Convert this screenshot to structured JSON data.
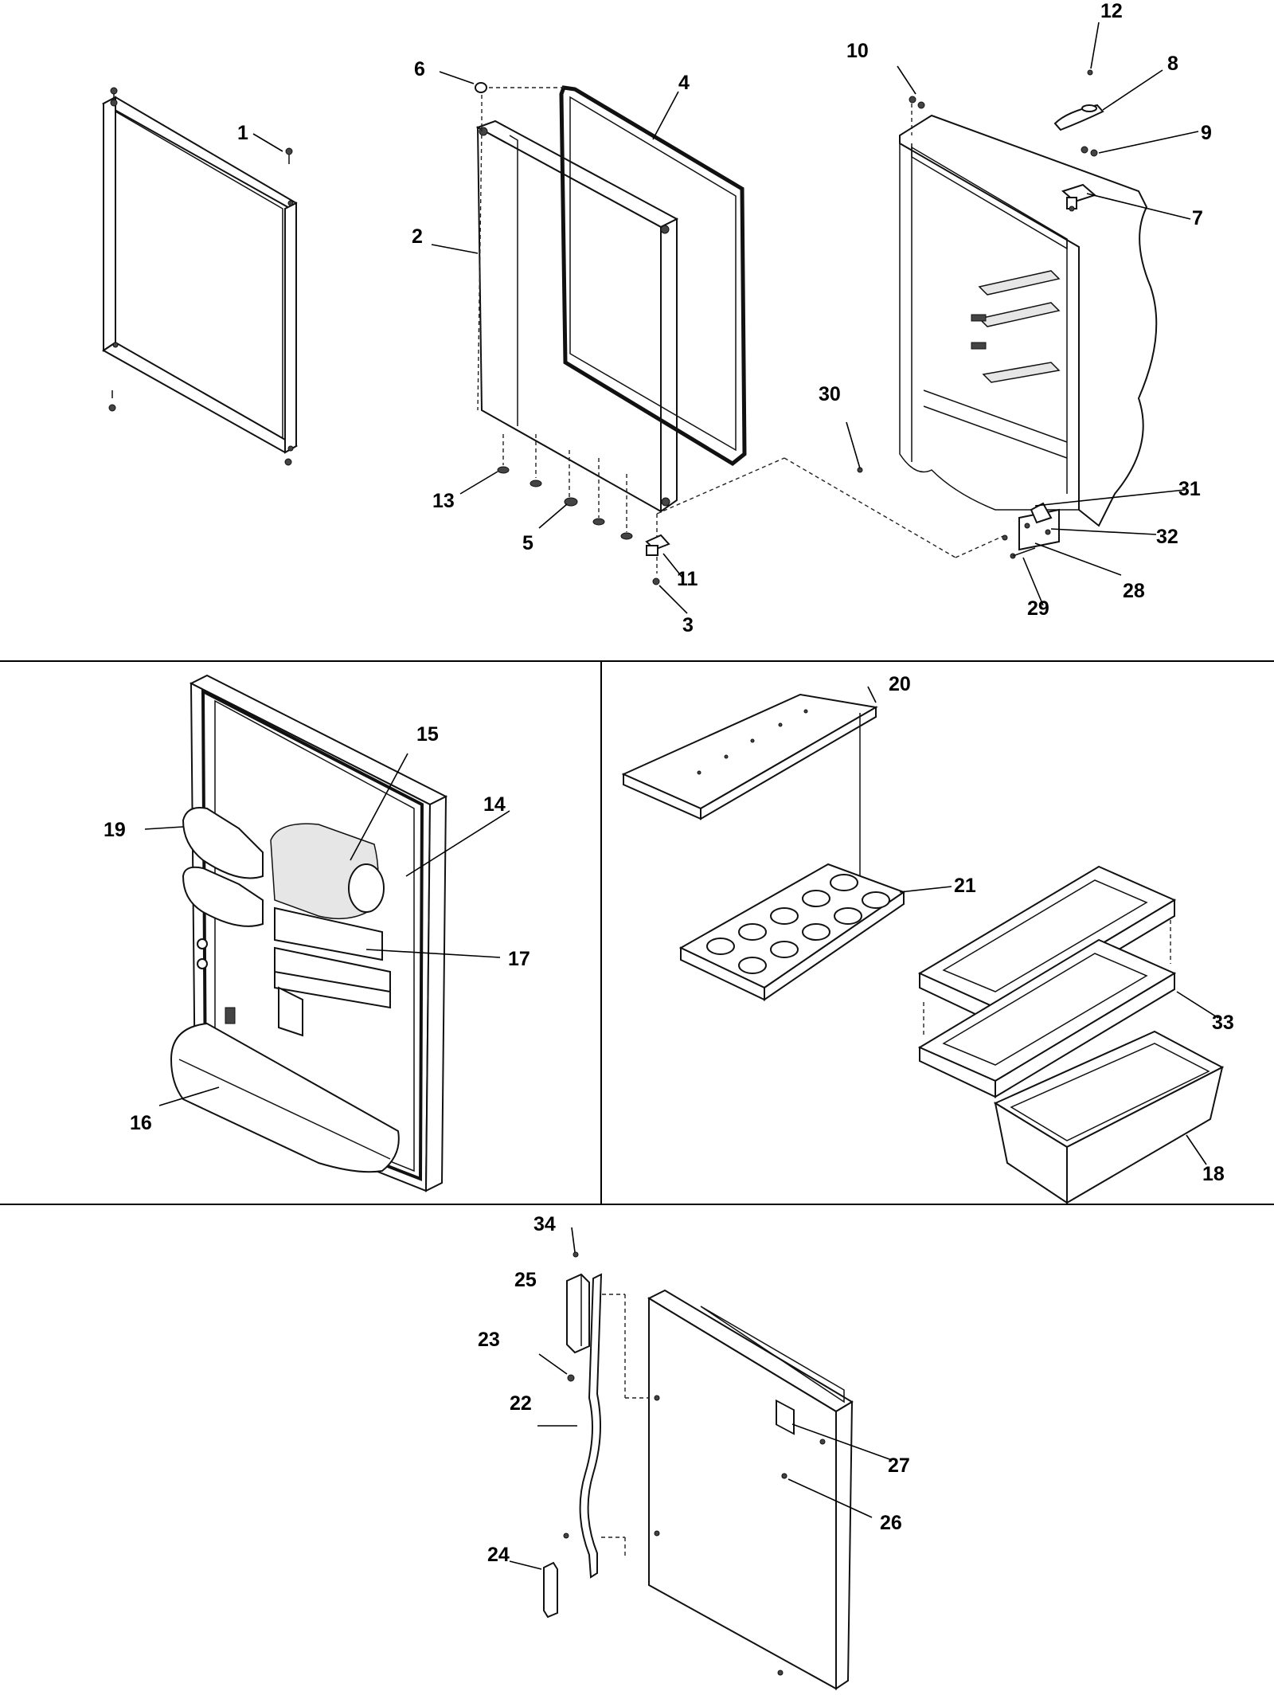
{
  "callouts": {
    "c1": "1",
    "c2": "2",
    "c3": "3",
    "c4": "4",
    "c5": "5",
    "c6": "6",
    "c7": "7",
    "c8": "8",
    "c9": "9",
    "c10": "10",
    "c11": "11",
    "c12": "12",
    "c13": "13",
    "c14": "14",
    "c15": "15",
    "c16": "16",
    "c17": "17",
    "c18": "18",
    "c19": "19",
    "c20": "20",
    "c21": "21",
    "c22": "22",
    "c23": "23",
    "c24": "24",
    "c25": "25",
    "c26": "26",
    "c27": "27",
    "c28": "28",
    "c29": "29",
    "c30": "30",
    "c31": "31",
    "c32": "32",
    "c33": "33",
    "c34": "34"
  },
  "parts": {
    "frame": "door-frame",
    "door_panel": "door-panel",
    "gasket": "door-gasket",
    "cabinet": "refrigerator-cabinet",
    "hinge_cover": "hinge-cover",
    "inner_door": "inner-door-assembly",
    "shelf": "shelf",
    "egg_tray": "egg-tray",
    "ice_trays": "ice-cube-trays",
    "ice_bin": "ice-bin",
    "handle": "door-handle",
    "outer_door": "outer-door-panel"
  }
}
